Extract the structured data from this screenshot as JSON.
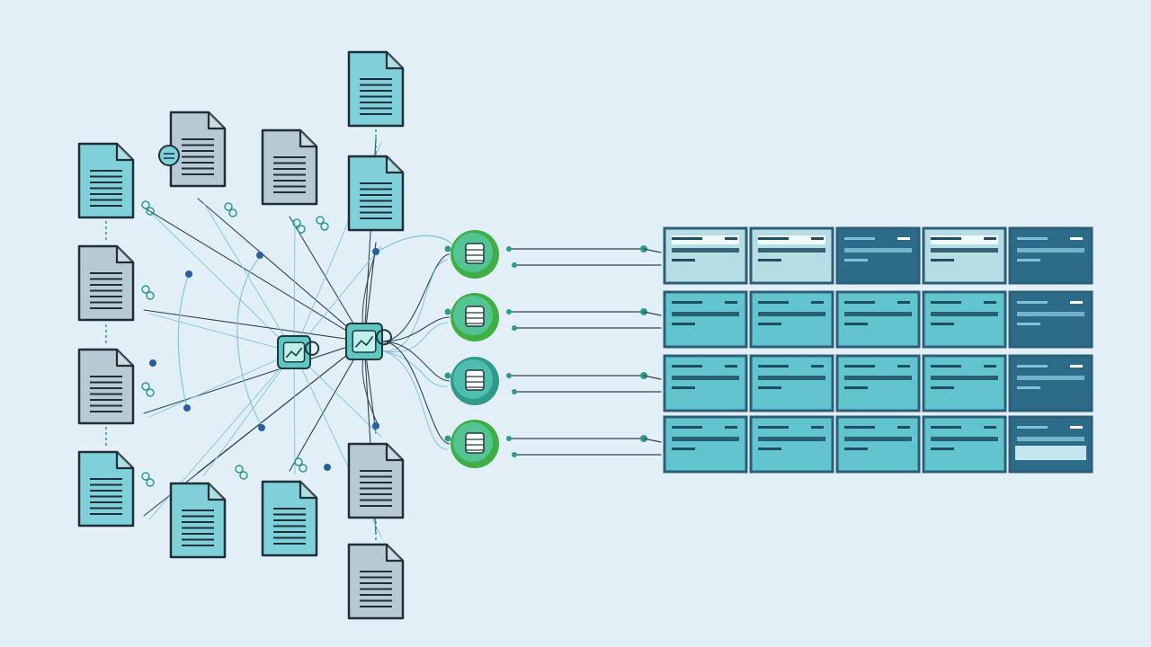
{
  "colors": {
    "background": "#e3eff6",
    "doc_teal": "#7fd0d8",
    "doc_gray": "#b9c9d3",
    "doc_outline": "#1f2f3a",
    "hub_teal": "#5fc7c0",
    "node_green": "#3fae45",
    "node_teal": "#2e9a8a",
    "connector": "#31454f",
    "connector_light": "#7fc4d8",
    "dot_blue": "#2a5f9e",
    "cell_light": "#b6dde3",
    "cell_teal": "#62c4cf",
    "cell_dark": "#2d6c88",
    "cell_border": "#2b5f79",
    "cell_text_bar": "#1d4e63"
  },
  "diagram": {
    "documents": [
      {
        "id": "doc-left-1",
        "style": "teal"
      },
      {
        "id": "doc-left-2",
        "style": "gray"
      },
      {
        "id": "doc-left-3",
        "style": "gray"
      },
      {
        "id": "doc-left-4",
        "style": "teal"
      },
      {
        "id": "doc-upper-1",
        "style": "gray",
        "badge": true
      },
      {
        "id": "doc-upper-2",
        "style": "gray"
      },
      {
        "id": "doc-top-1",
        "style": "teal"
      },
      {
        "id": "doc-top-2",
        "style": "teal"
      },
      {
        "id": "doc-lower-1",
        "style": "teal"
      },
      {
        "id": "doc-lower-2",
        "style": "teal"
      },
      {
        "id": "doc-bottom-1",
        "style": "gray"
      },
      {
        "id": "doc-bottom-2",
        "style": "gray"
      }
    ],
    "hubs": [
      {
        "id": "hub-primary",
        "icon": "chart-box-icon"
      },
      {
        "id": "hub-secondary",
        "icon": "image-box-icon"
      }
    ],
    "process_nodes": [
      {
        "id": "node-1",
        "icon": "database-icon",
        "color": "green"
      },
      {
        "id": "node-2",
        "icon": "database-icon",
        "color": "green"
      },
      {
        "id": "node-3",
        "icon": "database-icon",
        "color": "teal"
      },
      {
        "id": "node-4",
        "icon": "database-icon",
        "color": "green"
      }
    ],
    "table_grid": {
      "rows": [
        [
          "light",
          "light",
          "dark",
          "light",
          "dark"
        ],
        [
          "teal",
          "teal",
          "teal",
          "teal",
          "dark"
        ],
        [
          "teal",
          "teal",
          "teal",
          "teal",
          "dark"
        ],
        [
          "teal",
          "teal",
          "teal",
          "teal",
          "dark-bar"
        ]
      ]
    }
  }
}
